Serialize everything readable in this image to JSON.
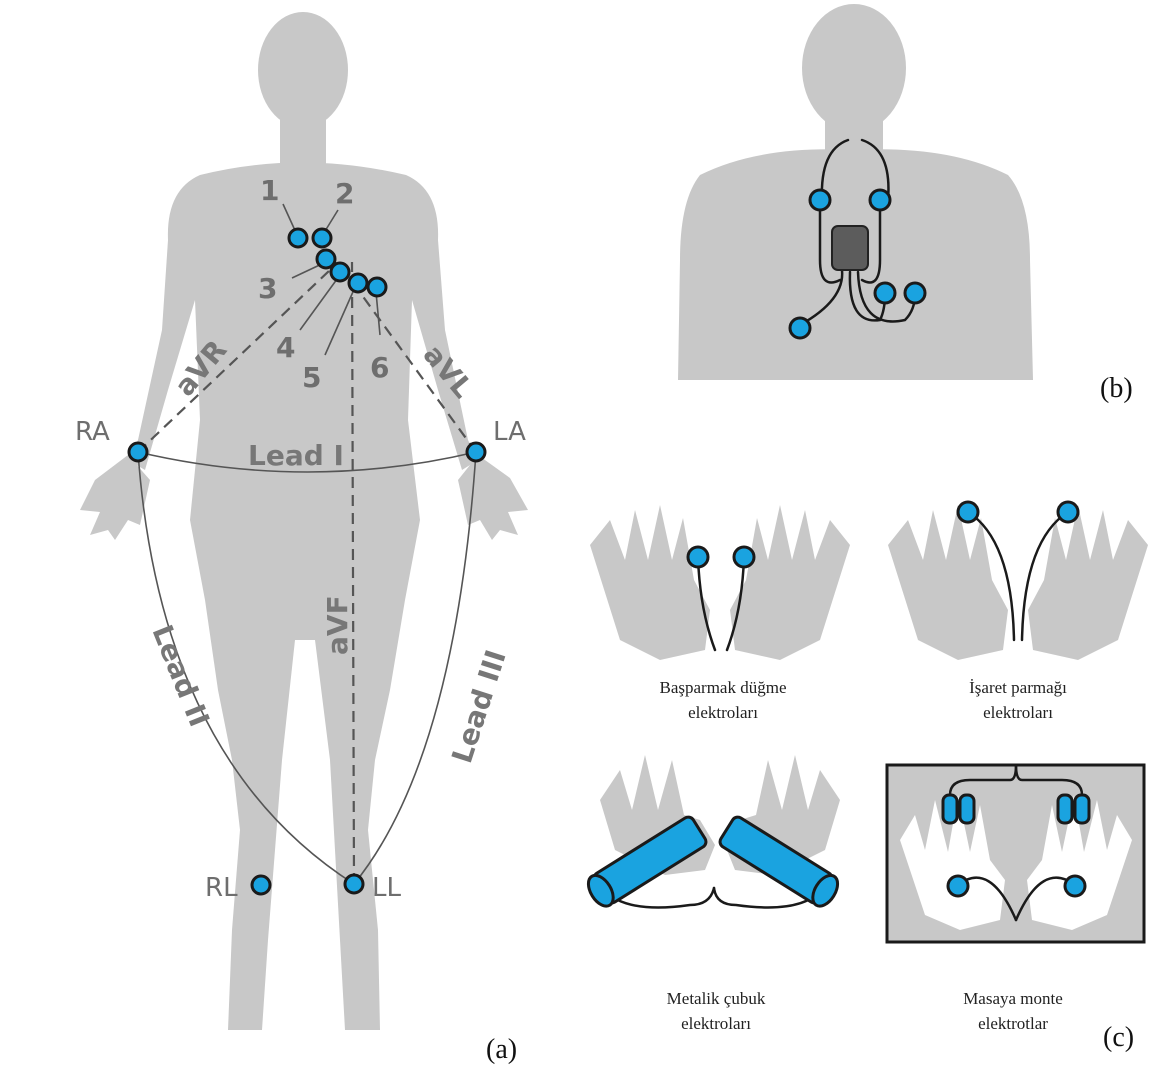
{
  "panel_a": {
    "label": "(a)",
    "electrodes": {
      "ra": "RA",
      "la": "LA",
      "rl": "RL",
      "ll": "LL"
    },
    "chest_numbers": [
      "1",
      "2",
      "3",
      "4",
      "5",
      "6"
    ],
    "leads": {
      "lead_i": "Lead I",
      "lead_ii": "Lead II",
      "lead_iii": "Lead III",
      "avr": "aVR",
      "avl": "aVL",
      "avf": "aVF"
    }
  },
  "panel_b": {
    "label": "(b)"
  },
  "panel_c": {
    "label": "(c)",
    "captions": [
      {
        "line1": "Başparmak düğme",
        "line2": "elektroları"
      },
      {
        "line1": "İşaret parmağı",
        "line2": "elektroları"
      },
      {
        "line1": "Metalik çubuk",
        "line2": "elektroları"
      },
      {
        "line1": "Masaya monte",
        "line2": "elektrotlar"
      }
    ]
  },
  "colors": {
    "electrode": "#1aa3e0",
    "body": "#c8c8c8",
    "label_grey": "#6e6e6e"
  }
}
